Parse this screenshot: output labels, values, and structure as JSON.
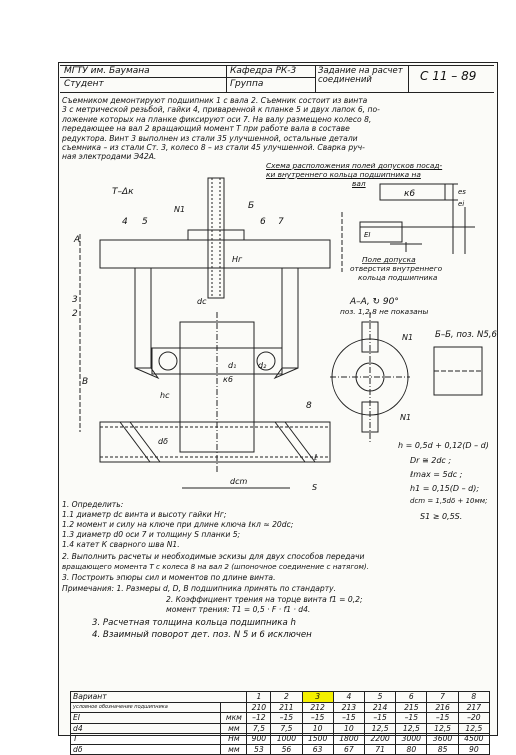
{
  "header": {
    "university": "МГТУ им. Баумана",
    "department": "Кафедра РК-3",
    "assignment": "Задание на расчет соединений",
    "code": "С 11 – 89",
    "student": "Студент",
    "group": "Группа"
  },
  "description": [
    "Съемником демонтируют подшипник 1 с вала 2. Съемник состоит из винта",
    "3 с метрической резьбой, гайки 4, приваренной к планке 5 и двух лапок 6, по-",
    "ложение которых на планке фиксируют оси 7. На валу размещено колесо 8,",
    "передающее на вал 2 вращающий момент T при работе вала в составе",
    "редуктора. Винт 3 выполнен из стали 35 улучшенной, остальные детали",
    "съемника – из стали Ст. 3, колесо 8 – из стали 45 улучшенной. Сварка руч-",
    "ная электродами Э42А."
  ],
  "drawing": {
    "scheme_title": "Схема расположения полей допусков посад-",
    "scheme_title_2": "ки внутреннего кольца подшипника на",
    "scheme_title_3": "вал",
    "fit_k6": "к6",
    "tolerance_label": "Поле допуска",
    "tolerance_label_2": "отверстия внутреннего",
    "tolerance_label_3": "кольца подшипника",
    "section_aa": "А–А, ↻ 90°",
    "section_aa_note": "поз. 1,2,8 не показаны",
    "section_bb": "Б–Б, поз. N5,6",
    "weld_label": "Т–Δк",
    "positions": [
      "4",
      "5",
      "N1",
      "3",
      "6",
      "7",
      "Б",
      "А",
      "2",
      "8",
      "7",
      "В",
      "N1",
      "N1"
    ],
    "dims": [
      "dс",
      "d₁",
      "d₂",
      "к6",
      "hс",
      "Hг",
      "dδ",
      "dcm",
      "S",
      "ℓ",
      "es",
      "ei",
      "EI"
    ]
  },
  "formulas": [
    "h = 0,5d + 0,12(D – d)",
    "Dr ≅ 2dc ;",
    "ℓmax = 5dc ;",
    "h1 = 0,15(D – d);",
    "dcm = 1,5dδ + 10мм;",
    "S1 ≥ 0,5S."
  ],
  "tasks": [
    "1. Определить:",
    "1.1 диаметр dc винта и высоту гайки Hг;",
    "1.2 момент и силу на ключе при длине ключа ℓкл ≈ 20dc;",
    "1.3 диаметр d0 оси 7 и толщину S планки 5;",
    "1.4 катет К сварного шва N1.",
    "2. Выполнить расчеты и необходимые эскизы для двух способов передачи",
    "вращающего момента T с колеса 8 на вал 2 (шпоночное соединение с натягом).",
    "3. Построить эпюры сил и моментов по длине винта.",
    "Примечания: 1. Размеры d, D, B подшипника принять по стандарту.",
    "2. Коэффициент трения на торце винта f1 = 0,2;",
    "момент трения: T1 = 0,5 · F · f1 · d4.",
    "3. Расчетная толщина кольца подшипника h",
    "4. Взаимный поворот дет. поз. N 5 и 6 исключен"
  ],
  "table": {
    "header": [
      "Вариант",
      "1",
      "2",
      "3",
      "4",
      "5",
      "6",
      "7",
      "8"
    ],
    "highlighted_variant": "3",
    "rows": [
      {
        "label": "условное обозначение подшипника",
        "unit": "",
        "values": [
          "210",
          "211",
          "212",
          "213",
          "214",
          "215",
          "216",
          "217"
        ]
      },
      {
        "label": "EI",
        "unit": "мкм",
        "values": [
          "–12",
          "–15",
          "–15",
          "–15",
          "–15",
          "–15",
          "–15",
          "–20"
        ]
      },
      {
        "label": "d4",
        "unit": "мм",
        "values": [
          "7,5",
          "7,5",
          "10",
          "10",
          "12,5",
          "12,5",
          "12,5",
          "12,5"
        ]
      },
      {
        "label": "T",
        "unit": "Нм",
        "values": [
          "900",
          "1000",
          "1500",
          "1800",
          "2200",
          "3000",
          "3600",
          "4500"
        ]
      },
      {
        "label": "dδ",
        "unit": "мм",
        "values": [
          "53",
          "56",
          "63",
          "67",
          "71",
          "80",
          "85",
          "90"
        ]
      }
    ]
  },
  "colors": {
    "highlight": "#f4f000",
    "ink": "#111111"
  }
}
